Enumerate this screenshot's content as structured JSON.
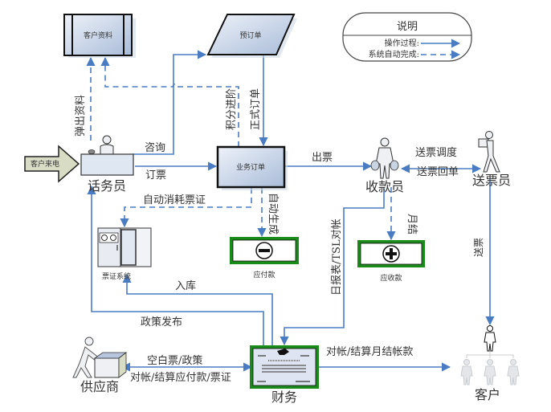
{
  "diagram": {
    "legend": {
      "title": "说明",
      "items": [
        {
          "label": "操作过程:",
          "style": "solid"
        },
        {
          "label": "系统自动完成:",
          "style": "dashed"
        }
      ]
    },
    "nodes": {
      "customer_data": "客户资料",
      "pre_order": "预订单",
      "business_order": "业务订单",
      "customer_call": "客户来电",
      "operator": "话务员",
      "cashier": "收款员",
      "courier": "送票员",
      "ticket_system": "票证系统",
      "payable": "应付款",
      "receivable": "应收款",
      "supplier": "供应商",
      "finance": "财务",
      "customer": "客户"
    },
    "edges": {
      "popup_data": "弹出资料",
      "points_upgrade": "积分进阶",
      "formal_order": "正式订单",
      "consult": "咨询",
      "book_ticket": "订票",
      "issue_ticket": "出票",
      "dispatch": "送票调度",
      "return_receipt": "送票回单",
      "auto_consume": "自动消耗票证",
      "auto_generate": "自动生成",
      "monthly_settle": "月结",
      "daily_report": "日报表/TSL对帐",
      "stock_in": "入库",
      "policy_release": "政策发布",
      "blank_ticket_policy": "空白票/政策",
      "reconcile_supplier": "对帐/结算应付款/票证",
      "reconcile_customer": "对帐/结算月结帐款",
      "deliver_ticket": "送票"
    },
    "colors": {
      "flow": "#4a7cc4",
      "box_fill_light": "#dfe7f3",
      "box_fill_dark": "#a9bcd9",
      "green_border": "#1a8a1a",
      "arrow_fill": "#d9dcc4"
    }
  }
}
